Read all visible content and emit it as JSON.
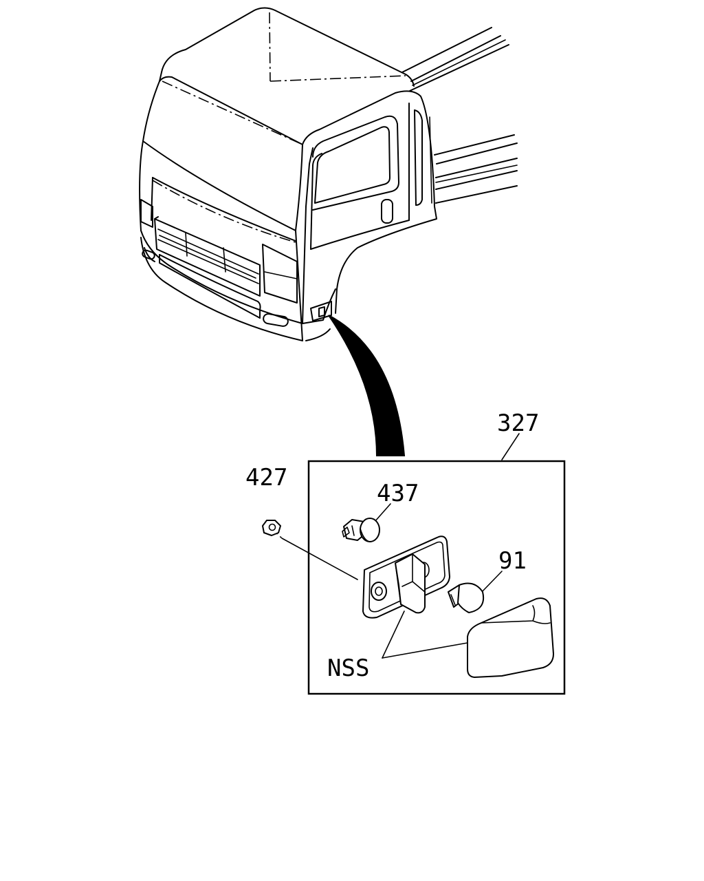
{
  "callouts": {
    "assembly": "327",
    "nut": "427",
    "socket": "437",
    "bulb": "91",
    "not_serviced": "NSS"
  }
}
